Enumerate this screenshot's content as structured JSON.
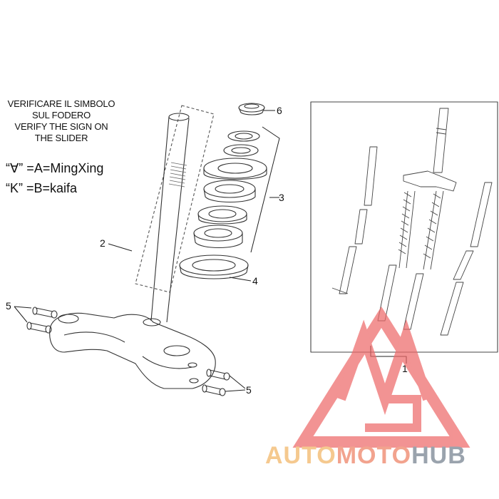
{
  "note": {
    "lines": [
      "VERIFICARE IL SIMBOLO",
      "SUL FODERO",
      "VERIFY THE SIGN ON",
      "THE SLIDER"
    ],
    "code_a": "“∀” =A=MingXing",
    "code_k": "“K”  =B=kaifa"
  },
  "callouts": {
    "c1": "1",
    "c2": "2",
    "c3": "3",
    "c4": "4",
    "c5a": "5",
    "c5b": "5",
    "c6": "6"
  },
  "watermark": {
    "part1": "AUTO",
    "part2": "MOTO",
    "part3": "HUB",
    "colors": {
      "auto": "#f5c98f",
      "moto": "#f2a38e",
      "hub": "#9aa3ad",
      "logo": "#ee6a6a"
    }
  }
}
